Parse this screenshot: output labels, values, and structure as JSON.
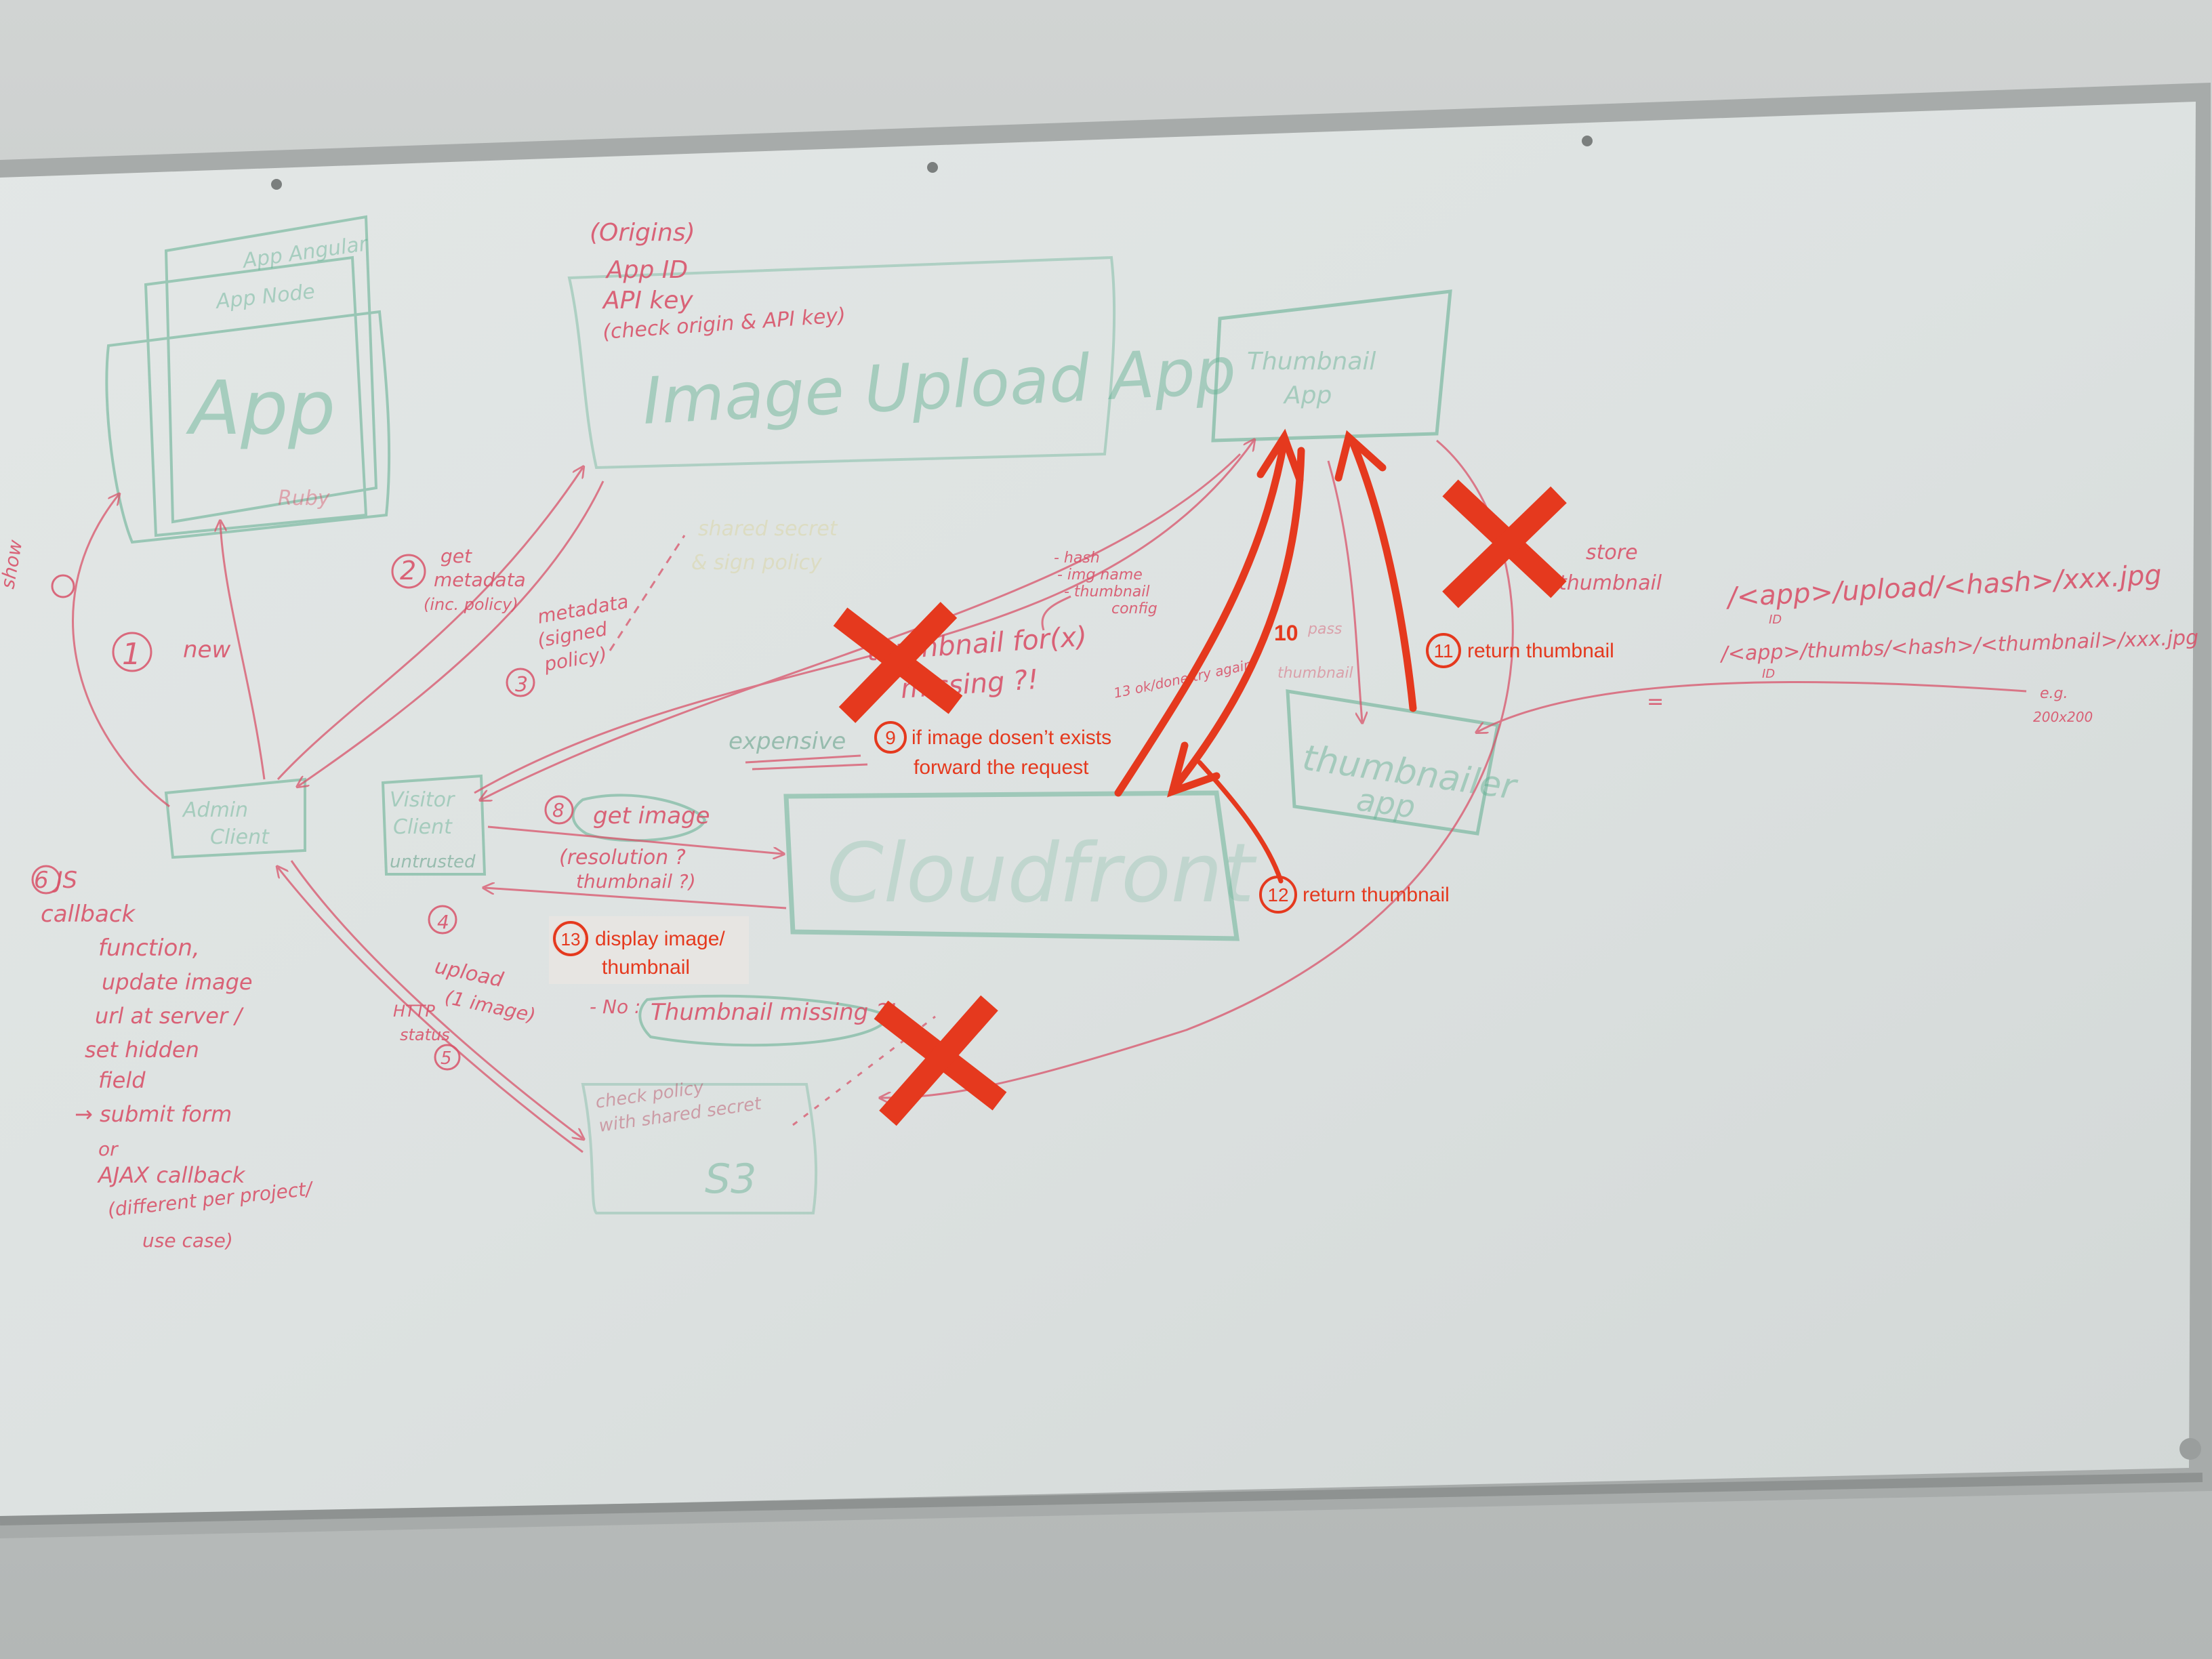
{
  "colors": {
    "wall": "#b9bdbc",
    "board": "#dfe4e3",
    "frame": "#a8acab",
    "marker_red": "#d8536a",
    "marker_green": "#5fae8f",
    "marker_yellow": "#d9d39a",
    "annotation": "#e5391e",
    "label_box": "#e7e5e2"
  },
  "handwriting": {
    "app_angular": "App Angular",
    "app_node": "App Node",
    "app": "App",
    "app_ruby": "Ruby",
    "origins": "(Origins)",
    "app_id": "App ID",
    "api_key": "API key",
    "check_origin": "(check origin & API key)",
    "image_upload_app": "Image Upload App",
    "thumbnail_app_1": "Thumbnail",
    "thumbnail_app_2": "App",
    "show": "show",
    "one": "1",
    "new": "new",
    "two": "2",
    "get_metadata_1": "get",
    "get_metadata_2": "metadata",
    "get_metadata_3": "(inc. policy)",
    "metadata_1": "metadata",
    "metadata_2": "(signed",
    "metadata_3": "policy)",
    "three": "3",
    "shared_secret_1": "shared secret",
    "shared_secret_2": "& sign policy",
    "hash_notes": [
      "- hash",
      "- img name",
      "- thumbnail",
      "config"
    ],
    "thumbnail_for": "thumbnail for(x)",
    "missing": "missing ?!",
    "obtain": "13 ok/done try again",
    "store_1": "store",
    "store_2": "thumbnail",
    "path_1": "/<app>/upload/<hash>/xxx.jpg",
    "path_2": "/<app>/thumbs/<hash>/<thumbnail>/xxx.jpg",
    "path_id": "ID",
    "eg_1": "e.g.",
    "eg_2": "200x200",
    "equals": "=",
    "expensive": "expensive",
    "pass_thumbnail_1": "pass",
    "pass_thumbnail_2": "thumbnail",
    "thumbnailer_1": "thumbnailer",
    "thumbnailer_2": "app",
    "admin_1": "Admin",
    "admin_2": "Client",
    "visitor_1": "Visitor",
    "visitor_2": "Client",
    "untrusted": "untrusted",
    "eight": "8",
    "get_image": "get image",
    "resolution_1": "(resolution ?",
    "resolution_2": "thumbnail ?)",
    "cloudfront": "Cloudfront",
    "js_callback": [
      "6  JS",
      "callback",
      "function,",
      "update image",
      "url at server /",
      "set hidden",
      "field",
      "→ submit form",
      "or",
      "AJAX callback",
      "(different per project/",
      "use case)"
    ],
    "four": "4",
    "upload_1": "upload",
    "upload_2": "(1 image)",
    "http_status_1": "HTTP",
    "http_status_2": "status",
    "five": "5",
    "no": "- No :",
    "thumbnail_missing": "Thumbnail missing ?!",
    "check_policy_1": "check policy",
    "check_policy_2": "with shared secret",
    "s3": "S3"
  },
  "annotations": {
    "step_9": {
      "num": "9",
      "line1": "if image dosen’t exists",
      "line2": "forward the request"
    },
    "step_10": {
      "num": "10"
    },
    "step_11": {
      "num": "11",
      "label": "return thumbnail"
    },
    "step_12": {
      "num": "12",
      "label": "return thumbnail"
    },
    "step_13": {
      "num": "13",
      "line1": "display image/",
      "line2": "thumbnail"
    }
  }
}
